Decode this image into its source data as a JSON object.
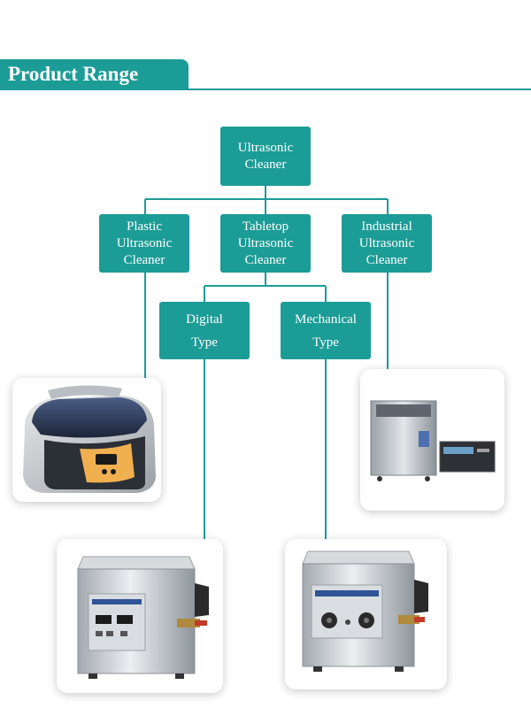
{
  "header": {
    "title": "Product Range"
  },
  "colors": {
    "accent": "#1c9c96",
    "text_on_accent": "#ffffff"
  },
  "nodes": {
    "root": {
      "lines": [
        "Ultrasonic",
        "Cleaner"
      ]
    },
    "plastic": {
      "lines": [
        "Plastic",
        "Ultrasonic",
        "Cleaner"
      ]
    },
    "tabletop": {
      "lines": [
        "Tabletop",
        "Ultrasonic",
        "Cleaner"
      ]
    },
    "industrial": {
      "lines": [
        "Industrial",
        "Ultrasonic",
        "Cleaner"
      ]
    },
    "digital": {
      "lines": [
        "Digital",
        "Type"
      ]
    },
    "mechanical": {
      "lines": [
        "Mechanical",
        "Type"
      ]
    }
  },
  "edges": [
    [
      "root",
      "plastic"
    ],
    [
      "root",
      "tabletop"
    ],
    [
      "root",
      "industrial"
    ],
    [
      "tabletop",
      "digital"
    ],
    [
      "tabletop",
      "mechanical"
    ]
  ],
  "photos": {
    "plastic": {
      "icon": "plastic-ultrasonic-cleaner-photo"
    },
    "industrial": {
      "icon": "industrial-ultrasonic-cleaner-photo"
    },
    "digital": {
      "icon": "digital-ultrasonic-cleaner-photo"
    },
    "mechanical": {
      "icon": "mechanical-ultrasonic-cleaner-photo"
    }
  }
}
